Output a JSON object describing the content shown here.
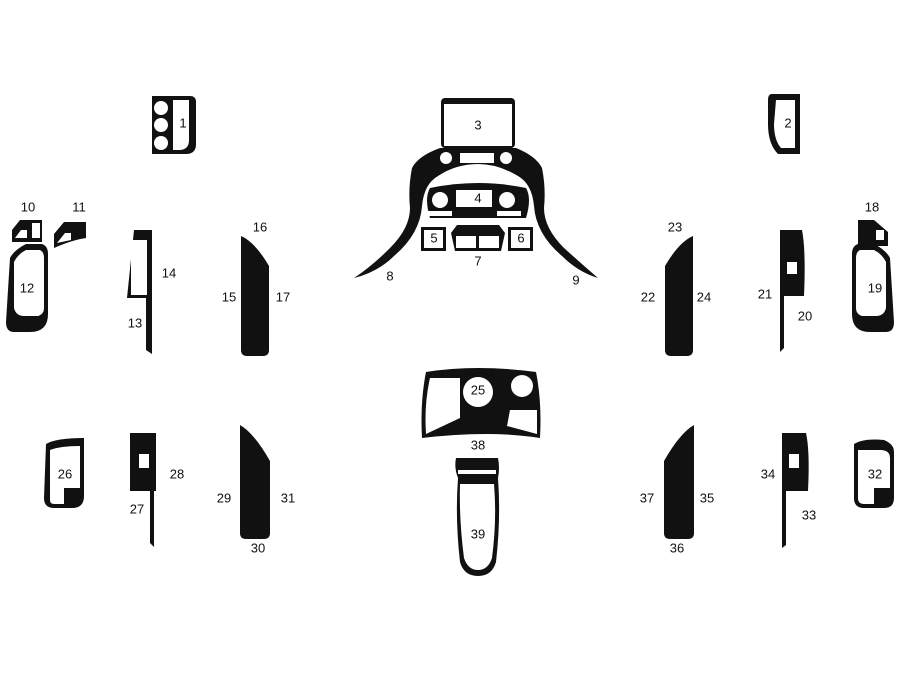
{
  "diagram": {
    "colors": {
      "part": "#111111",
      "background": "#ffffff"
    },
    "part_labels": [
      "1",
      "2",
      "3",
      "4",
      "5",
      "6",
      "7",
      "8",
      "9",
      "10",
      "11",
      "12",
      "13",
      "14",
      "15",
      "16",
      "17",
      "18",
      "19",
      "20",
      "21",
      "22",
      "23",
      "24",
      "25",
      "26",
      "27",
      "28",
      "29",
      "30",
      "31",
      "32",
      "33",
      "34",
      "35",
      "36",
      "37",
      "38",
      "39"
    ]
  }
}
